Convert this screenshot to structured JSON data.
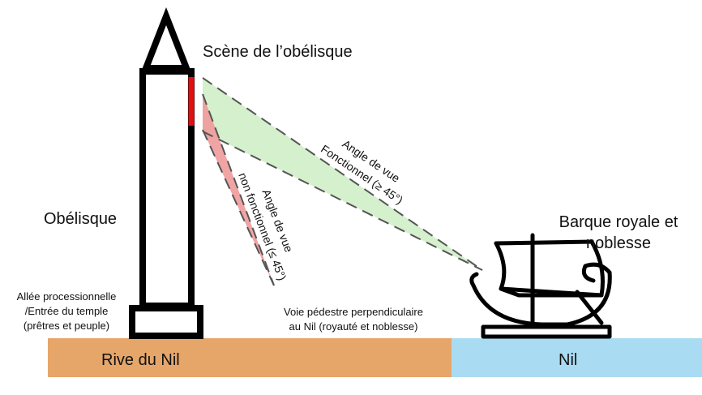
{
  "labels": {
    "scene_title": "Scène de l’obélisque",
    "obelisk": "Obélisque",
    "procession_line1": "Allée processionnelle",
    "procession_line2": "/Entrée du temple",
    "procession_line3": "(prêtres et peuple)",
    "barge_line1": "Barque royale et",
    "barge_line2": "noblesse",
    "walkway_line1": "Voie pédestre perpendiculaire",
    "walkway_line2": "au Nil (royauté et noblesse)",
    "functional_line1": "Angle de vue",
    "functional_line2": "Fonctionnel (≥ 45°)",
    "nonfunctional_line1": "Angle de vue",
    "nonfunctional_line2": "non fonctionnel (≤ 45°)",
    "nile_bank": "Rive du Nil",
    "nile": "Nil"
  },
  "colors": {
    "bank": "#e6a66a",
    "river": "#a9dcf2",
    "functional_zone": "#cfeec8",
    "nonfunctional_zone": "#ef9a9a",
    "scene_marker": "#e01010",
    "outline": "#000000"
  }
}
